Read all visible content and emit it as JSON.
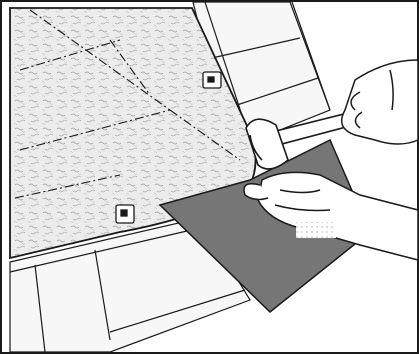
{
  "illustration": {
    "scene": "",
    "colors": {
      "ink": "#1a1a1a",
      "paper": "#ffffff",
      "texture_fill": "#e9e9e9",
      "sheet_fill": "#767676",
      "tile_fill": "#f7f7f7",
      "glove_fill": "#ffffff"
    },
    "elements": [
      "textured-roof-panel",
      "dash-dot-fold-lines",
      "tile-strip-right",
      "tile-strip-bottom",
      "flashing-bracket",
      "dark-flashing-sheet",
      "hammer",
      "gloved-hand-upper",
      "gloved-hand-lower"
    ]
  }
}
